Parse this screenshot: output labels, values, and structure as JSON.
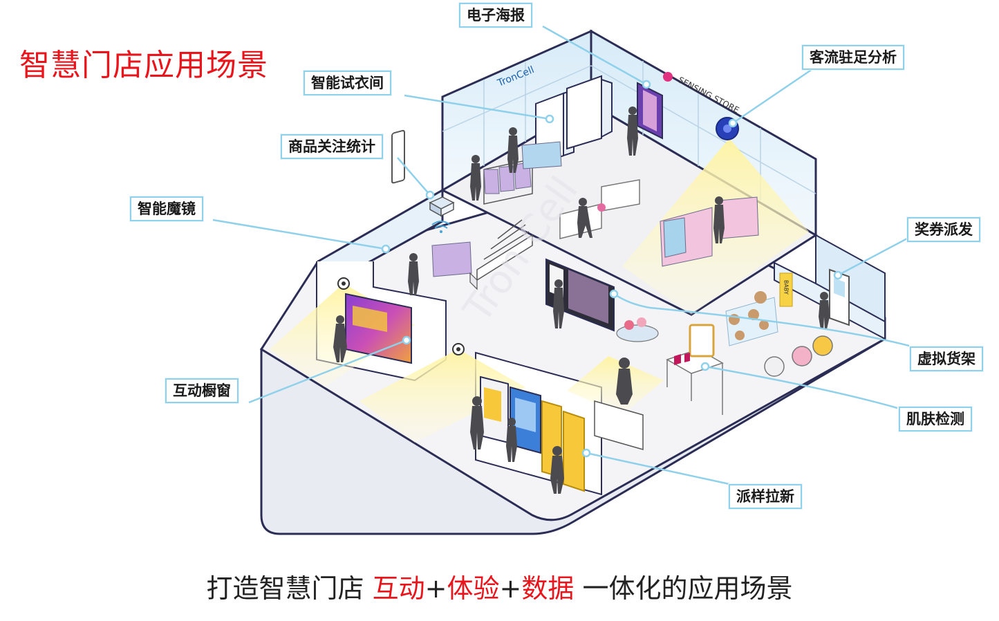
{
  "title": "智慧门店应用场景",
  "colors": {
    "title": "#e8161c",
    "accent": "#e8161c",
    "callout_border": "#8fd0ea",
    "wall_blue": "#cfe7f7",
    "floor": "#f2f2f4",
    "outline": "#2b2d55",
    "light_cone": "#fff6b3"
  },
  "callouts": {
    "e_poster": "电子海报",
    "traffic_analysis": "客流驻足分析",
    "smart_fitting_room": "智能试衣间",
    "product_attention": "商品关注统计",
    "smart_mirror": "智能魔镜",
    "coupon": "奖券派发",
    "interactive_window": "互动橱窗",
    "virtual_shelf": "虚拟货架",
    "skin_test": "肌肤检测",
    "sample_dispense": "派样拉新"
  },
  "store_signs": {
    "brand_logo": "TronCell",
    "store_name": "SENSING STORE",
    "baby_sign": "BABY",
    "watermark": "Tron Cell"
  },
  "tagline": {
    "prefix": "打造智慧门店 ",
    "word1": "互动",
    "plus1": "+",
    "word2": "体验",
    "plus2": "+",
    "word3": "数据",
    "suffix": " 一体化的应用场景"
  },
  "icons": [
    "camera-dome-icon",
    "wifi-signal-icon",
    "sensor-box-icon",
    "fisheye-camera-icon",
    "shopper-silhouette-icon",
    "clothing-rack-icon"
  ]
}
